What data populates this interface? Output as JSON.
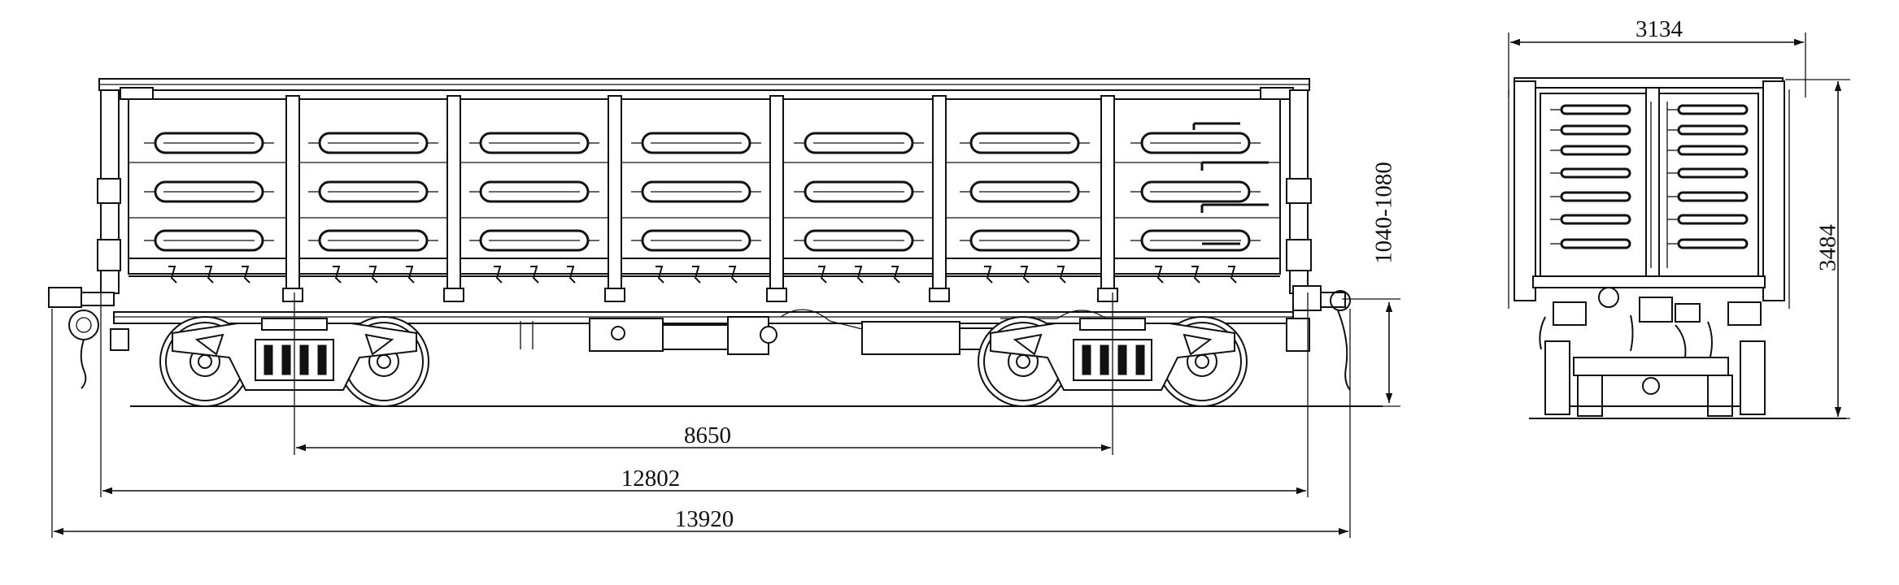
{
  "dimensions": {
    "bogie_centers": "8650",
    "frame_length": "12802",
    "overall_length": "13920",
    "coupler_height": "1040-1080",
    "width": "3134",
    "height": "3484"
  }
}
